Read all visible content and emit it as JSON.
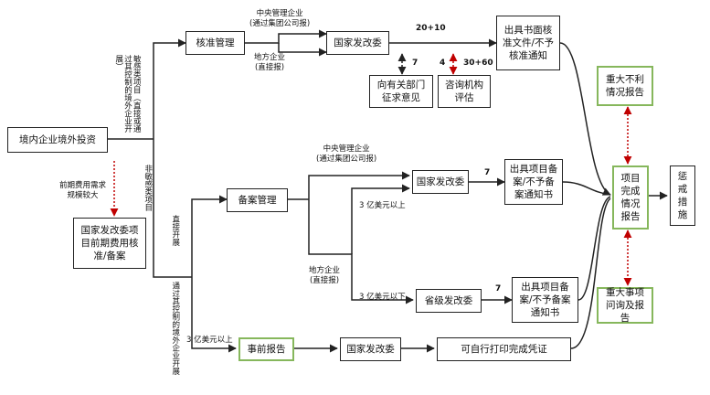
{
  "boxes": {
    "origin": "境内企业境外投资",
    "approval_mgmt": "核准管理",
    "ndrc_top": "国家发改委",
    "issue_approval": "出具书面核准文件/不予核准通知",
    "consult_depts": "向有关部门征求意见",
    "consult_eval": "咨询机构评估",
    "prelim_cost": "国家发改委项目前期费用核准/备案",
    "filing_mgmt": "备案管理",
    "ndrc_mid": "国家发改委",
    "issue_filing_1": "出具项目备案/不予备案通知书",
    "provincial": "省级发改委",
    "issue_filing_2": "出具项目备案/不予备案通知书",
    "pre_report": "事前报告",
    "ndrc_bottom": "国家发改委",
    "print_cert": "可自行打印完成凭证",
    "completion_report": "项目完成情况报告",
    "penalty": "惩戒措施",
    "major_adverse": "重大不利情况报告",
    "major_inquiry": "重大事项问询及报告"
  },
  "labels": {
    "central_1": "中央管理企业",
    "central_1_sub": "(通过集团公司报)",
    "local_1": "地方企业",
    "local_1_sub": "(直接报)",
    "central_2": "中央管理企业",
    "central_2_sub": "(通过集团公司报)",
    "local_2": "地方企业",
    "local_2_sub": "(直接报)",
    "above_300m": "3 亿美元以上",
    "below_300m": "3 亿美元以下",
    "above_300m_b": "3 亿美元以上",
    "prelim_note_1": "前期费用需求",
    "prelim_note_2": "规模较大",
    "vert_sensitive": "敏感类项目（直接或通过其控制的境外企业开展）",
    "vert_non_sensitive": "非敏感类项目",
    "vert_direct": "直接开展",
    "vert_controlled": "通过其控制的境外企业开展"
  },
  "numbers": {
    "days_20_10": "20+10",
    "days_7_a": "7",
    "days_4": "4",
    "days_30_60": "30+60",
    "days_7_b": "7",
    "days_7_c": "7"
  },
  "colors": {
    "green_border": "#86b75c",
    "red_dotted": "#c00000",
    "line": "#222222"
  }
}
